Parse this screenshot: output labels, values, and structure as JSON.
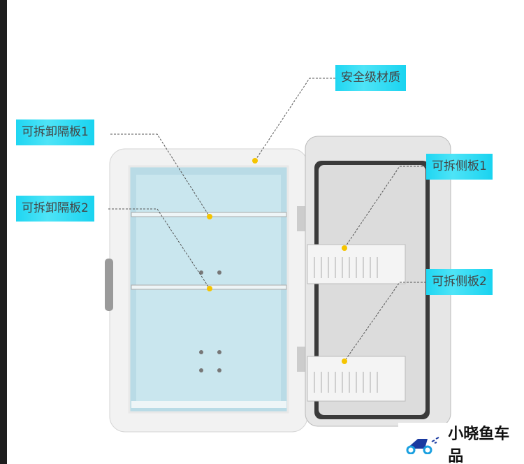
{
  "labels": {
    "material": "安全级材质",
    "shelf1": "可拆卸隔板1",
    "shelf2": "可拆卸隔板2",
    "side1": "可拆侧板1",
    "side2": "可拆侧板2"
  },
  "watermark": "小晓鱼车品",
  "colors": {
    "label_bg": "#1fd6f2",
    "dot": "#f5c400",
    "interior": "#b9dbe6"
  }
}
